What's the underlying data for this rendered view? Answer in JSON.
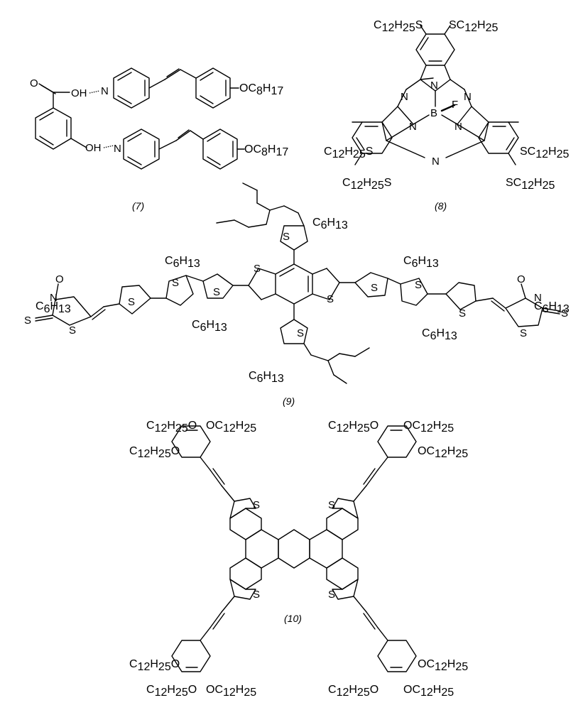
{
  "compounds": [
    {
      "label": "(7)",
      "substituents": {
        "top_tail": {
          "text": "OC",
          "sub": "8",
          "text2": "H",
          "sub2": "17"
        },
        "bottom_tail": {
          "text": "OC",
          "sub": "8",
          "text2": "H",
          "sub2": "17"
        }
      },
      "atoms": {
        "oh_top": "OH",
        "oh_bottom": "OH",
        "n_top": "N",
        "n_bottom": "N",
        "o_carbonyl": "O"
      }
    },
    {
      "label": "(8)",
      "atoms": {
        "b": "B",
        "f": "F",
        "n": "N"
      },
      "substituents": {
        "sc_left_top": "C12H25S",
        "sc_right_top": "SC12H25",
        "sc_left_mid": "C12H25S",
        "sc_left_bot": "C12H25S",
        "sc_right_mid": "SC12H25",
        "sc_right_bot": "SC12H25"
      }
    },
    {
      "label": "(9)",
      "atoms": {
        "s": "S",
        "n": "N",
        "o": "O"
      },
      "substituents": {
        "hexyl": "C6H13"
      }
    },
    {
      "label": "(10)",
      "atoms": {
        "s": "S"
      },
      "substituents": {
        "dodecyloxy_left": "C12H25O",
        "dodecyloxy_right": "OC12H25"
      }
    }
  ]
}
